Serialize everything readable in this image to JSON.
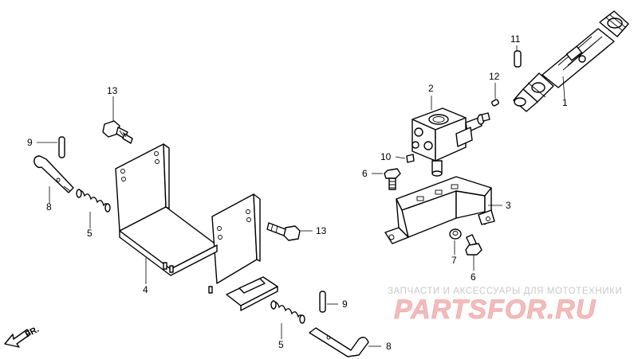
{
  "callouts": {
    "c1": "1",
    "c2": "2",
    "c3": "3",
    "c4": "4",
    "c5a": "5",
    "c5b": "5",
    "c6a": "6",
    "c6b": "6",
    "c7": "7",
    "c8a": "8",
    "c8b": "8",
    "c9a": "9",
    "c9b": "9",
    "c10": "10",
    "c11": "11",
    "c12": "12",
    "c13a": "13",
    "c13b": "13"
  },
  "front_marker": "FR.",
  "watermark": {
    "tagline": "ЗАПЧАСТИ И АКСЕССУАРЫ ДЛЯ МОТОТЕХНИКИ",
    "brand": "PARTSFOR.RU"
  },
  "colors": {
    "line": "#000000",
    "watermark_brand": "#f3bcbc",
    "watermark_text": "#c9c9c9"
  }
}
